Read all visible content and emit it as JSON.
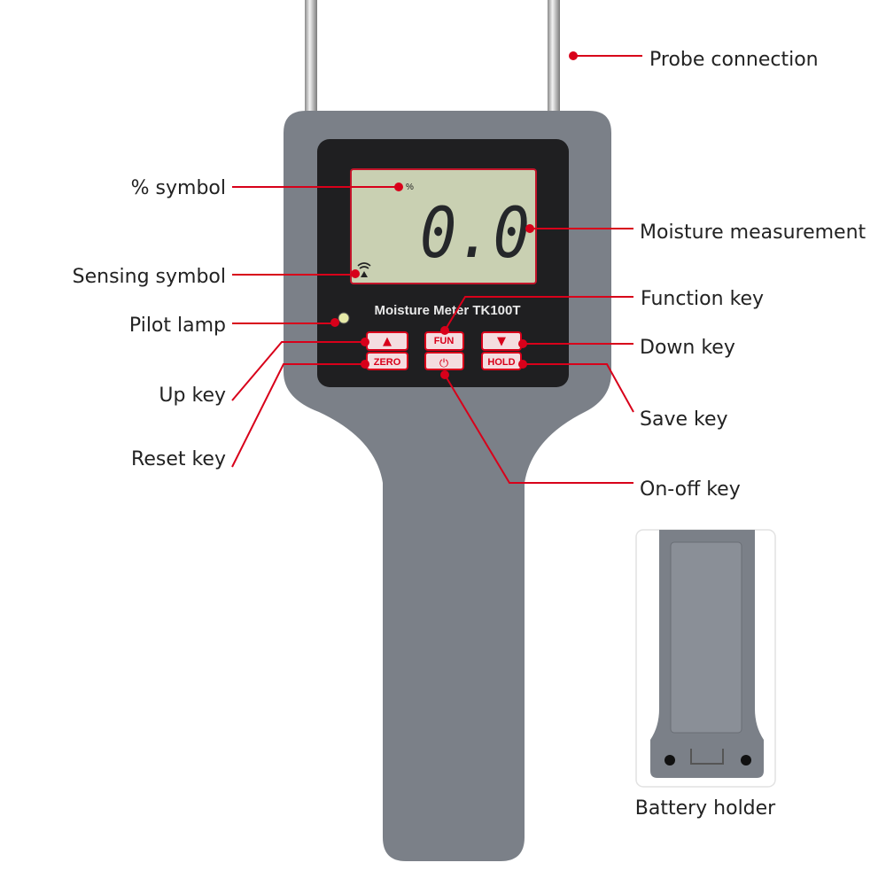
{
  "device": {
    "model_label": "Moisture Meter TK100T",
    "display": {
      "reading": "0.0",
      "percent_symbol": "%"
    },
    "keys": {
      "up": "▲",
      "zero": "ZERO",
      "fun": "FUN",
      "power": "⏻",
      "down": "▼",
      "hold": "HOLD"
    }
  },
  "callouts": {
    "probe_connection": "Probe connection",
    "percent_symbol": "% symbol",
    "moisture_measurement": "Moisture measurement",
    "sensing_symbol": "Sensing symbol",
    "function_key": "Function key",
    "pilot_lamp": "Pilot lamp",
    "down_key": "Down key",
    "up_key": "Up key",
    "save_key": "Save key",
    "reset_key": "Reset key",
    "on_off_key": "On-off key",
    "battery_holder": "Battery holder"
  },
  "colors": {
    "accent": "#d8001a",
    "body": "#7b8088",
    "lcd": "#c9d0b2"
  }
}
